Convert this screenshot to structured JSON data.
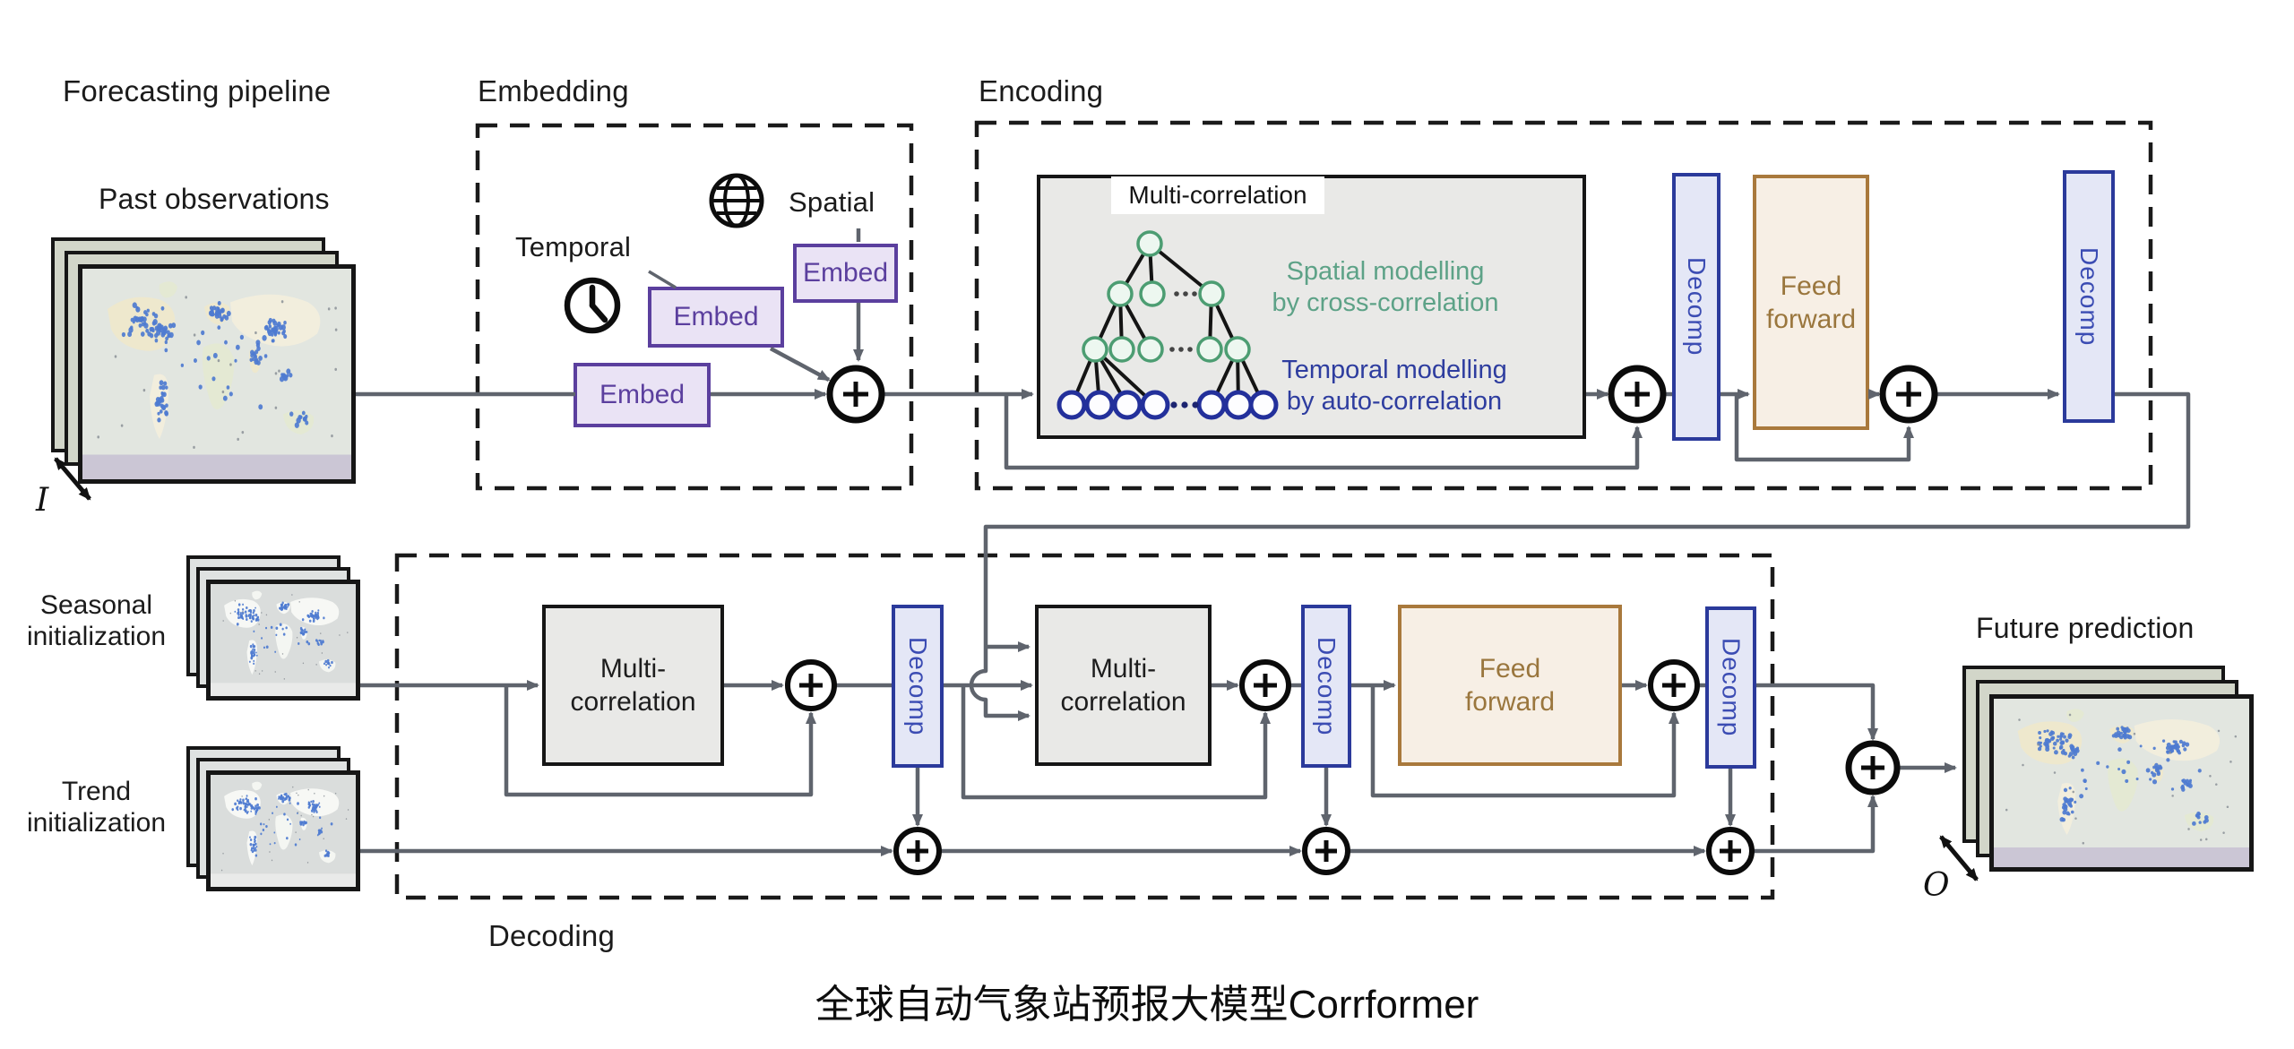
{
  "caption": "全球自动气象站预报大模型Corrformer",
  "labels": {
    "forecasting_pipeline": "Forecasting pipeline",
    "past_observations": "Past observations",
    "input_depth": "I",
    "output_depth": "O",
    "seasonal_init_line1": "Seasonal",
    "seasonal_init_line2": "initialization",
    "trend_init_line1": "Trend",
    "trend_init_line2": "initialization",
    "future_prediction": "Future prediction"
  },
  "sections": {
    "embedding": "Embedding",
    "encoding": "Encoding",
    "decoding": "Decoding"
  },
  "embedding": {
    "temporal": "Temporal",
    "spatial": "Spatial",
    "embed_label": "Embed"
  },
  "encoder": {
    "multi_correlation_title": "Multi-correlation",
    "spatial_modelling": [
      "Spatial modelling",
      "by cross-correlation"
    ],
    "temporal_modelling": [
      "Temporal modelling",
      "by auto-correlation"
    ],
    "decomp_label": "Decomp",
    "feed_forward": [
      "Feed",
      "forward"
    ]
  },
  "decoder": {
    "multi_correlation": [
      "Multi-",
      "correlation"
    ],
    "decomp_label": "Decomp",
    "feed_forward": [
      "Feed",
      "forward"
    ]
  },
  "icons": {
    "globe": "globe-icon",
    "clock": "clock-icon",
    "sum": "plus-circle-icon"
  },
  "colors": {
    "embed_purple": "#5b3f9e",
    "decomp_blue": "#2b3a9b",
    "feed_forward_tan": "#a9793c",
    "spatial_green": "#5da287",
    "temporal_navy": "#2e3d9f",
    "flow_gray": "#5f646d",
    "box_gray": "#e9e9e7",
    "station_dot_blue": "#4e7bd0"
  }
}
